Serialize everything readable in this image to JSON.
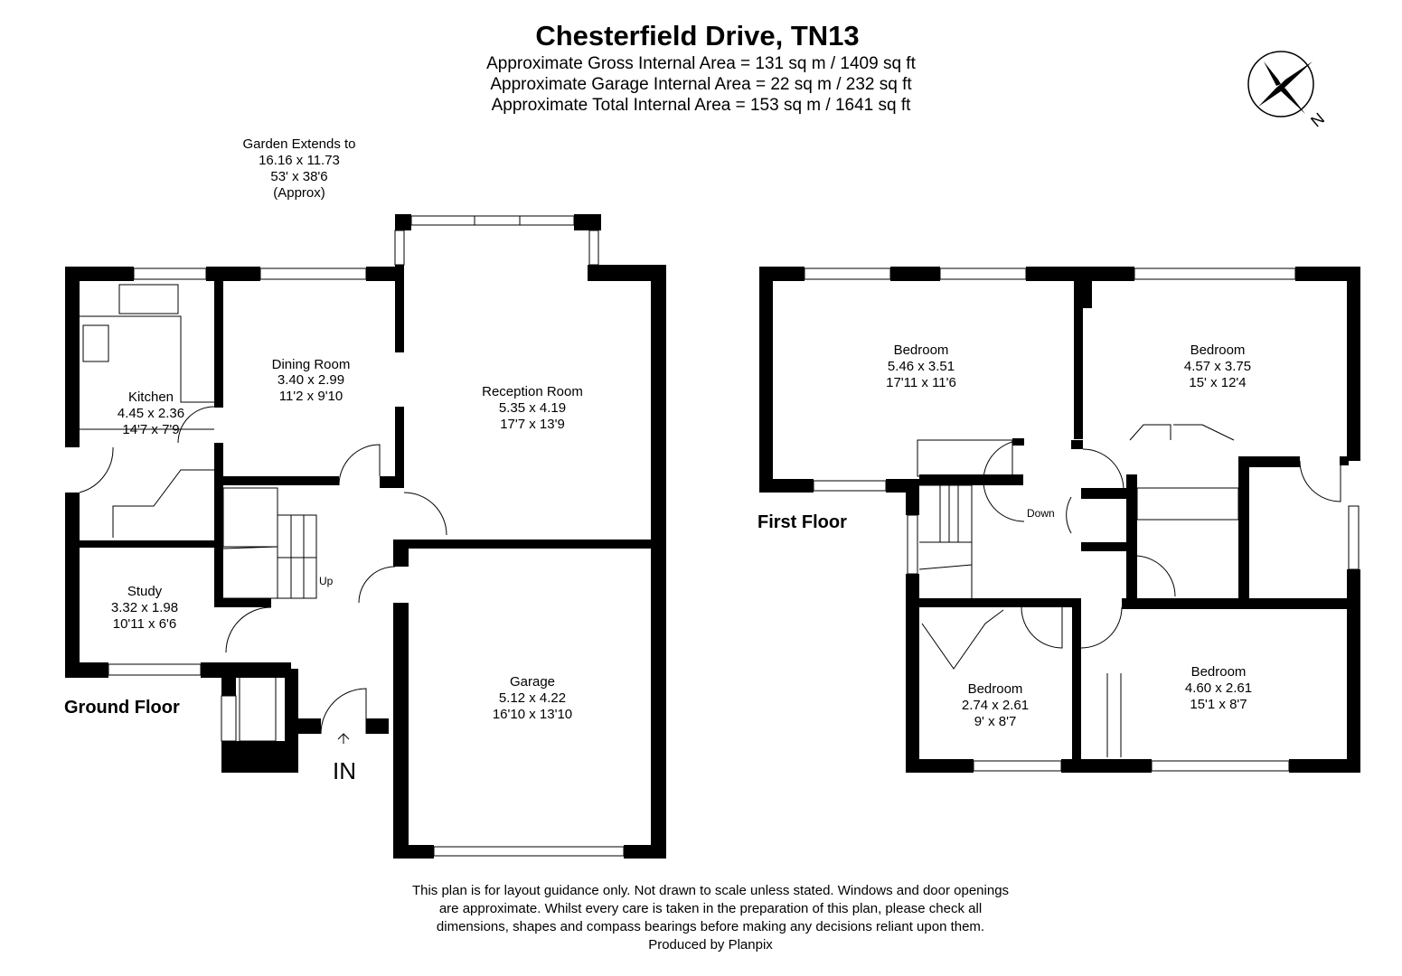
{
  "header": {
    "title": "Chesterfield Drive, TN13",
    "areas": [
      "Approximate Gross Internal Area = 131 sq m / 1409 sq ft",
      "Approximate Garage Internal Area = 22 sq m / 232 sq ft",
      "Approximate Total Internal Area = 153 sq m / 1641 sq ft"
    ]
  },
  "compass": {
    "label": "N",
    "icon": "compass-rose-icon"
  },
  "garden": [
    "Garden Extends to",
    "16.16 x 11.73",
    "53' x 38'6",
    "(Approx)"
  ],
  "ground_floor": {
    "label": "Ground Floor",
    "rooms": [
      {
        "name": "Kitchen",
        "metric": "4.45 x 2.36",
        "imperial": "14'7 x 7'9"
      },
      {
        "name": "Dining Room",
        "metric": "3.40 x 2.99",
        "imperial": "11'2 x 9'10"
      },
      {
        "name": "Reception Room",
        "metric": "5.35 x 4.19",
        "imperial": "17'7 x 13'9"
      },
      {
        "name": "Study",
        "metric": "3.32 x 1.98",
        "imperial": "10'11 x 6'6"
      },
      {
        "name": "Garage",
        "metric": "5.12 x 4.22",
        "imperial": "16'10 x 13'10"
      }
    ],
    "stairs_label": "Up",
    "entrance_label": "IN"
  },
  "first_floor": {
    "label": "First Floor",
    "rooms": [
      {
        "name": "Bedroom",
        "metric": "5.46 x 3.51",
        "imperial": "17'11 x 11'6"
      },
      {
        "name": "Bedroom",
        "metric": "4.57 x 3.75",
        "imperial": "15' x 12'4"
      },
      {
        "name": "Bedroom",
        "metric": "2.74 x 2.61",
        "imperial": "9' x 8'7"
      },
      {
        "name": "Bedroom",
        "metric": "4.60 x 2.61",
        "imperial": "15'1 x 8'7"
      }
    ],
    "stairs_label": "Down"
  },
  "footer": [
    "This plan is for layout guidance only. Not drawn to scale unless stated. Windows and door openings",
    "are approximate. Whilst every care is taken in the preparation of this plan, please check all",
    "dimensions, shapes and compass bearings before making any decisions reliant upon them.",
    "Produced by Planpix"
  ]
}
